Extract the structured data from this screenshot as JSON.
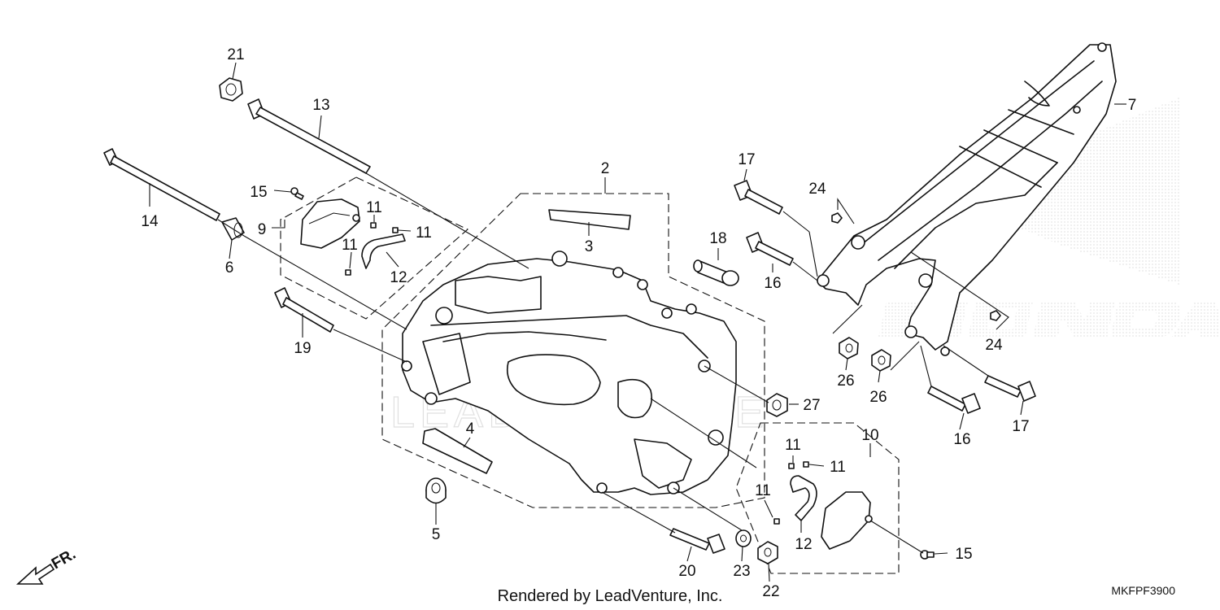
{
  "footer": {
    "credit": "Rendered by LeadVenture, Inc.",
    "diagram_code": "MKFPF3900",
    "direction_indicator": "FR."
  },
  "watermark": {
    "brand_logo": "HONDA"
  },
  "callouts": [
    {
      "id": "c21",
      "text": "21"
    },
    {
      "id": "c13",
      "text": "13"
    },
    {
      "id": "c15a",
      "text": "15"
    },
    {
      "id": "c14",
      "text": "14"
    },
    {
      "id": "c9",
      "text": "9"
    },
    {
      "id": "c11a",
      "text": "11"
    },
    {
      "id": "c11b",
      "text": "11"
    },
    {
      "id": "c11c",
      "text": "11"
    },
    {
      "id": "c12a",
      "text": "12"
    },
    {
      "id": "c6",
      "text": "6"
    },
    {
      "id": "c19",
      "text": "19"
    },
    {
      "id": "c2",
      "text": "2"
    },
    {
      "id": "c3",
      "text": "3"
    },
    {
      "id": "c4",
      "text": "4"
    },
    {
      "id": "c5",
      "text": "5"
    },
    {
      "id": "c18",
      "text": "18"
    },
    {
      "id": "c16a",
      "text": "16"
    },
    {
      "id": "c17a",
      "text": "17"
    },
    {
      "id": "c24a",
      "text": "24"
    },
    {
      "id": "c7",
      "text": "7"
    },
    {
      "id": "c24b",
      "text": "24"
    },
    {
      "id": "c26a",
      "text": "26"
    },
    {
      "id": "c26b",
      "text": "26"
    },
    {
      "id": "c27",
      "text": "27"
    },
    {
      "id": "c10",
      "text": "10"
    },
    {
      "id": "c11d",
      "text": "11"
    },
    {
      "id": "c11e",
      "text": "11"
    },
    {
      "id": "c11f",
      "text": "11"
    },
    {
      "id": "c12b",
      "text": "12"
    },
    {
      "id": "c15b",
      "text": "15"
    },
    {
      "id": "c16b",
      "text": "16"
    },
    {
      "id": "c17b",
      "text": "17"
    },
    {
      "id": "c20",
      "text": "20"
    },
    {
      "id": "c23",
      "text": "23"
    },
    {
      "id": "c22",
      "text": "22"
    }
  ]
}
